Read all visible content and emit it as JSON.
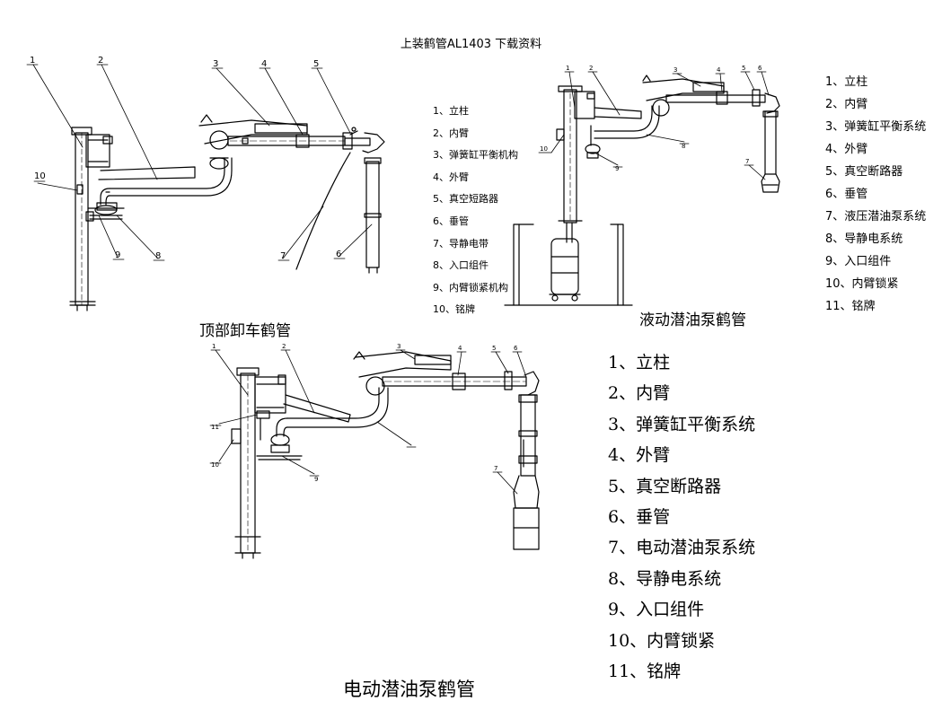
{
  "title": "上装鹤管AL1403 下载资料",
  "diagrams": [
    {
      "caption": "顶部卸车鹤管",
      "callouts": [
        "1",
        "2",
        "3",
        "4",
        "5",
        "10",
        "9",
        "8",
        "7",
        "6"
      ],
      "legend": [
        "1、立柱",
        "2、内臂",
        "3、弹簧缸平衡机构",
        "4、外臂",
        "5、真空短路器",
        "6、垂管",
        "7、导静电带",
        "8、入口组件",
        "9、内臂锁紧机构",
        "10、铭牌"
      ]
    },
    {
      "caption": "液动潜油泵鹤管",
      "callouts": [
        "1",
        "2",
        "3",
        "4",
        "5",
        "6",
        "8",
        "10",
        "9",
        "7"
      ],
      "legend": [
        "1、立柱",
        "2、内臂",
        "3、弹簧缸平衡系统",
        "4、外臂",
        "5、真空断路器",
        "6、垂管",
        "7、液压潜油泵系统",
        "8、导静电系统",
        "9、入口组件",
        "10、内臂锁紧",
        "11、铭牌"
      ]
    },
    {
      "caption": "电动潜油泵鹤管",
      "callouts": [
        "1",
        "2",
        "3",
        "4",
        "5",
        "6",
        "11",
        "10",
        "9",
        "7"
      ],
      "legend": [
        "1、立柱",
        "2、内臂",
        "3、弹簧缸平衡系统",
        "4、外臂",
        "5、真空断路器",
        "6、垂管",
        "7、电动潜油泵系统",
        "8、导静电系统",
        "9、入口组件",
        "10、内臂锁紧",
        "11、铭牌"
      ]
    }
  ]
}
